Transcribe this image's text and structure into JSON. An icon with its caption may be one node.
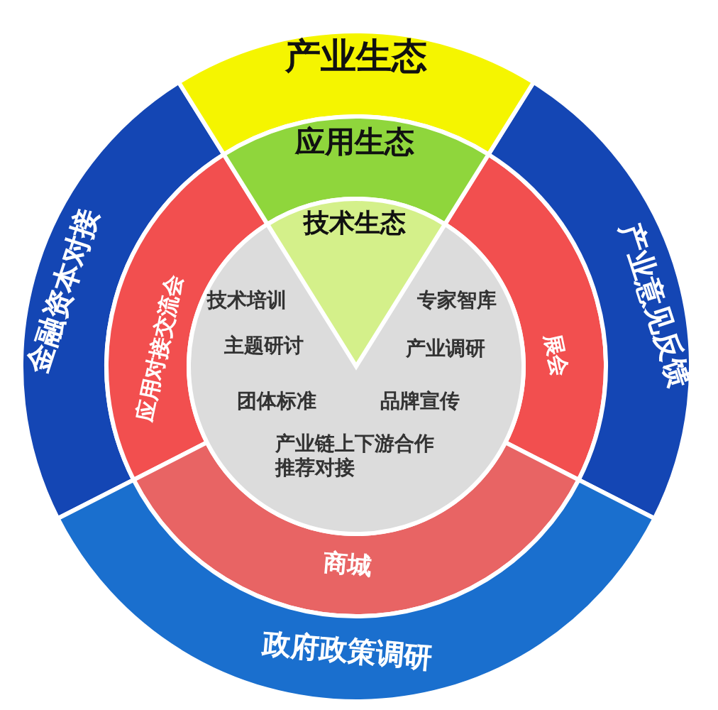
{
  "diagram": {
    "nodes": [
      {
        "text": [
          "产业生态"
        ]
      },
      {
        "text": [
          "应用生态"
        ]
      },
      {
        "text": [
          "技术培训",
          "专家智库",
          "主题研讨",
          "产业调研",
          "团体标准",
          "品牌宣传",
          "产业链上下游合作推荐对接"
        ]
      },
      {
        "text": [
          "技术生态"
        ],
        "in": 2
      },
      {
        "text": [
          "金融资本对接"
        ]
      },
      {
        "text": [
          "应用对接交流会"
        ]
      },
      {
        "text": [
          "展会"
        ]
      },
      {
        "text": [
          "产业意见反馈"
        ]
      },
      {
        "text": [
          "商城"
        ]
      },
      {
        "text": [
          "政府政策调研"
        ]
      }
    ]
  }
}
